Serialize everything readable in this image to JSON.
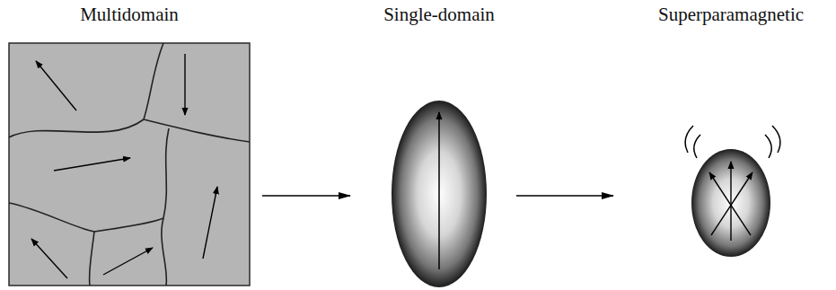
{
  "diagram": {
    "nodes": [
      {
        "text": [
          "Multidomain"
        ]
      },
      {
        "text": [
          "Single-domain"
        ]
      },
      {
        "text": [
          "Superparamagnetic"
        ]
      }
    ],
    "edges": [
      {
        "from": 0,
        "to": 1,
        "arrow": "to"
      },
      {
        "from": 1,
        "to": 2,
        "arrow": "to"
      }
    ]
  }
}
